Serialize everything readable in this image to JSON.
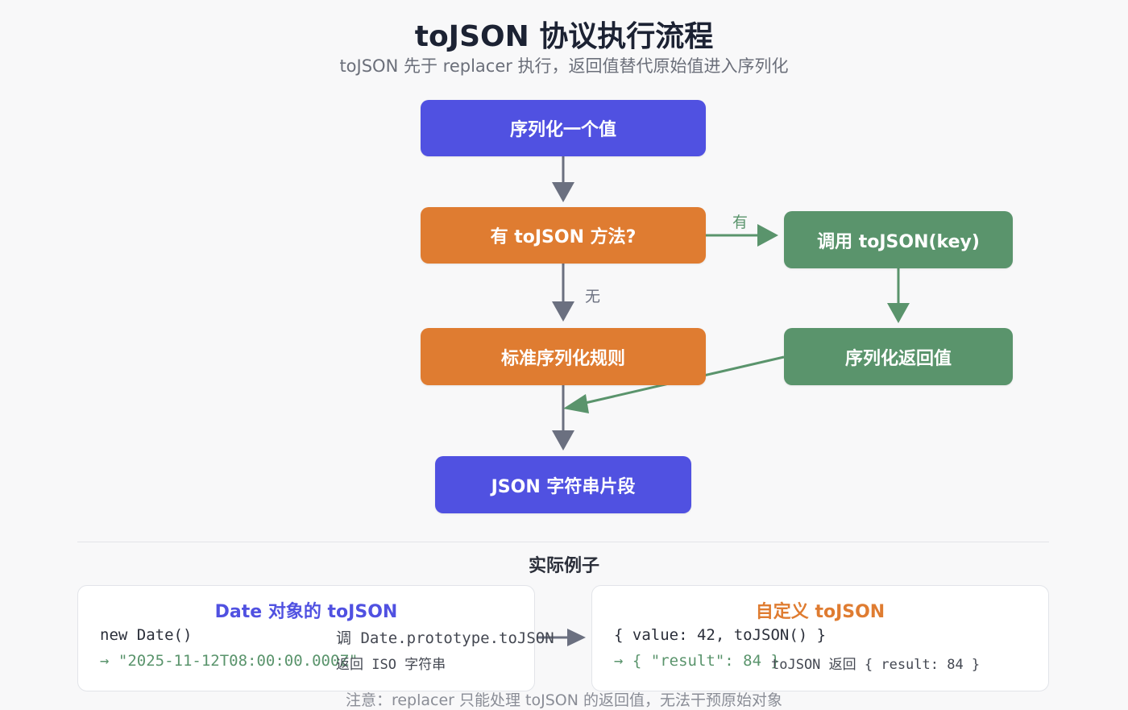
{
  "header": {
    "title": "toJSON 协议执行流程",
    "subtitle": "toJSON 先于 replacer 执行，返回值替代原始值进入序列化"
  },
  "flow": {
    "nodes": {
      "start": "序列化一个值",
      "decision": "有 toJSON 方法?",
      "call_tojson": "调用 toJSON(key)",
      "standard_rules": "标准序列化规则",
      "serialize_return": "序列化返回值",
      "output": "JSON 字符串片段"
    },
    "edge_labels": {
      "yes": "有",
      "no": "无"
    }
  },
  "examples": {
    "section_title": "实际例子",
    "date_card": {
      "title": "Date 对象的 toJSON",
      "code_line": "new Date()",
      "call_desc": "调 Date.prototype.toJSON",
      "result_line": "→ \"2025-11-12T08:00:00.000Z\"",
      "result_desc": "返回 ISO 字符串"
    },
    "custom_card": {
      "title": "自定义 toJSON",
      "code_line": "{ value: 42, toJSON() }",
      "result_line": "→ { \"result\": 84 }",
      "result_desc": "toJSON 返回 { result: 84 }"
    },
    "note": "注意：replacer 只能处理 toJSON 的返回值，无法干预原始对象"
  },
  "colors": {
    "blue": "#5051e1",
    "orange": "#df7c31",
    "green": "#5a946c",
    "arrow_gray": "#6b7080"
  }
}
